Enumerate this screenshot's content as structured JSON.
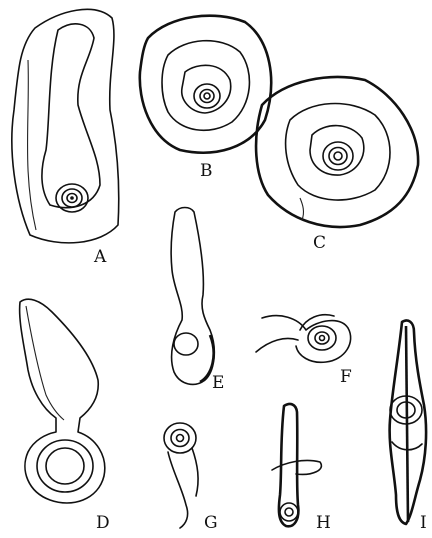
{
  "figure": {
    "panels": [
      {
        "id": "A",
        "label": "A"
      },
      {
        "id": "B",
        "label": "B"
      },
      {
        "id": "C",
        "label": "C"
      },
      {
        "id": "D",
        "label": "D"
      },
      {
        "id": "E",
        "label": "E"
      },
      {
        "id": "F",
        "label": "F"
      },
      {
        "id": "G",
        "label": "G"
      },
      {
        "id": "H",
        "label": "H"
      },
      {
        "id": "I",
        "label": "I"
      }
    ],
    "ink_color": "#111111",
    "background": "#ffffff"
  }
}
